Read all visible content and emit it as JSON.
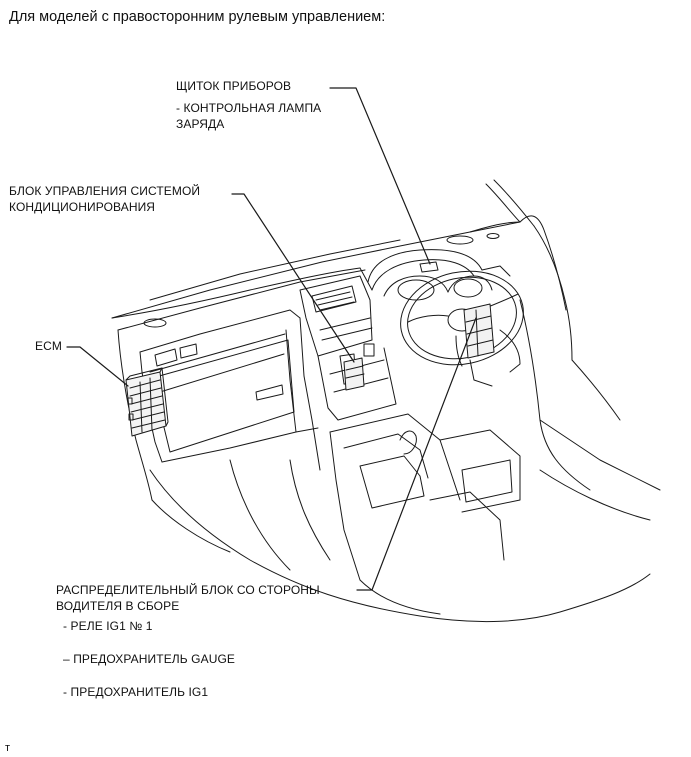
{
  "title": "Для моделей с правосторонним рулевым управлением:",
  "labels": {
    "instrument_panel": "ЩИТОК ПРИБОРОВ",
    "charge_lamp": "- КОНТРОЛЬНАЯ ЛАМПА",
    "charge_lamp_cont": "ЗАРЯДА",
    "ac_control_1": "БЛОК УПРАВЛЕНИЯ СИСТЕМОЙ",
    "ac_control_2": "КОНДИЦИОНИРОВАНИЯ",
    "ecm": "ECM",
    "junction_block_1": "РАСПРЕДЕЛИТЕЛЬНЫЙ БЛОК СО СТОРОНЫ",
    "junction_block_2": "ВОДИТЕЛЯ В СБОРЕ",
    "relay_ig1": "- РЕЛЕ IG1 № 1",
    "fuse_gauge": "– ПРЕДОХРАНИТЕЛЬ GAUGE",
    "fuse_ig1": "- ПРЕДОХРАНИТЕЛЬ IG1"
  },
  "footer": "т"
}
